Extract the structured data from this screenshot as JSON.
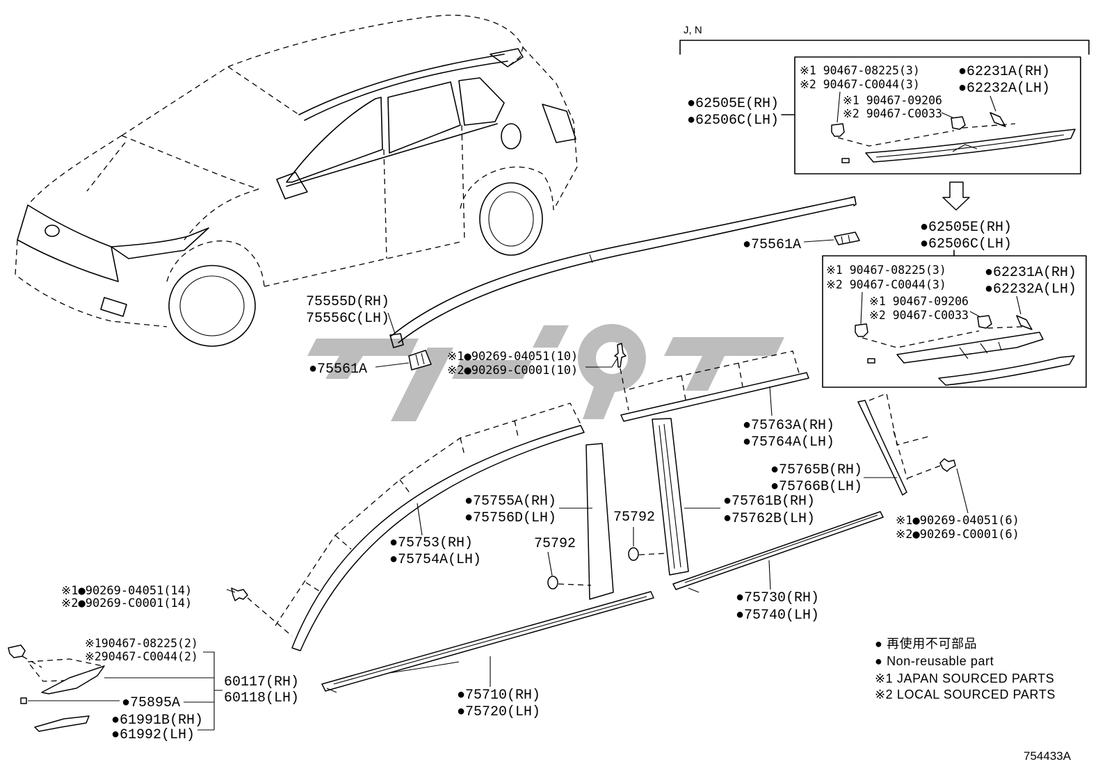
{
  "diagram_code": "754433A",
  "header_bracket": {
    "label": "J, N"
  },
  "spoiler_upper": {
    "part_rh": "●62505E(RH)",
    "part_lh": "●62506C(LH)",
    "clip_japan": "※1 90467-08225(3)",
    "clip_local": "※2 90467-C0044(3)",
    "cover_rh": "●62231A(RH)",
    "cover_lh": "●62232A(LH)",
    "screw_japan": "※1 90467-09206",
    "screw_local": "※2 90467-C0033"
  },
  "spoiler_lower": {
    "part_rh": "●62505E(RH)",
    "part_lh": "●62506C(LH)",
    "clip_japan": "※1 90467-08225(3)",
    "clip_local": "※2 90467-C0044(3)",
    "cover_rh": "●62231A(RH)",
    "cover_lh": "●62232A(LH)",
    "screw_japan": "※1 90467-09206",
    "screw_local": "※2 90467-C0033"
  },
  "group_75555": {
    "part_rh": "75555D(RH)",
    "part_lh": "75556C(LH)",
    "clip_right": "●75561A",
    "clip_left": "●75561A"
  },
  "fastener_10": {
    "japan": "※1●90269-04051(10)",
    "local": "※2●90269-C0001(10)"
  },
  "group_75763": {
    "rh": "●75763A(RH)",
    "lh": "●75764A(LH)"
  },
  "group_75765": {
    "rh": "●75765B(RH)",
    "lh": "●75766B(LH)"
  },
  "fastener_6": {
    "japan": "※1●90269-04051(6)",
    "local": "※2●90269-C0001(6)"
  },
  "group_75755": {
    "rh": "●75755A(RH)",
    "lh": "●75756D(LH)"
  },
  "grommet": {
    "label_upper": "75792",
    "label_lower": "75792"
  },
  "group_75761": {
    "rh": "●75761B(RH)",
    "lh": "●75762B(LH)"
  },
  "group_75753": {
    "rh": "●75753(RH)",
    "lh": "●75754A(LH)"
  },
  "fastener_14": {
    "japan": "※1●90269-04051(14)",
    "local": "※2●90269-C0001(14)"
  },
  "group_75730": {
    "rh": "●75730(RH)",
    "lh": "●75740(LH)"
  },
  "group_75710": {
    "rh": "●75710(RH)",
    "lh": "●75720(LH)"
  },
  "group_60117": {
    "clip_japan": "※190467-08225(2)",
    "clip_local": "※290467-C0044(2)",
    "part_rh": "60117(RH)",
    "part_lh": "60118(LH)",
    "seal": "●75895A",
    "pad_rh": "●61991B(RH)",
    "pad_lh": "●61992(LH)"
  },
  "legend": {
    "non_reusable_jp": "● 再使用不可部品",
    "non_reusable_en": "● Non-reusable part",
    "japan": "※1 JAPAN SOURCED PARTS",
    "local": "※2 LOCAL SOURCED PARTS"
  },
  "colors": {
    "line": "#000000",
    "background": "#ffffff",
    "watermark": "#bdbdbd"
  }
}
